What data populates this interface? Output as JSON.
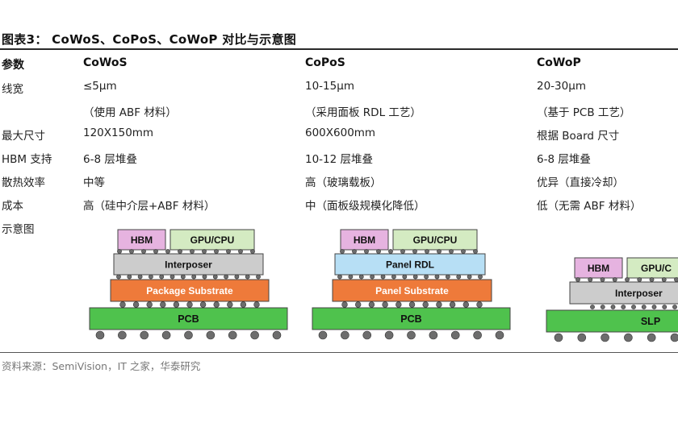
{
  "title": "图表3：  CoWoS、CoPoS、CoWoP 对比与示意图",
  "table": {
    "headers": [
      "参数",
      "CoWoS",
      "CoPoS",
      "CoWoP"
    ],
    "rows": [
      {
        "param": "线宽",
        "cowos": "≤5μm",
        "copos": "10-15μm",
        "cowop": "20-30μm"
      },
      {
        "param": "",
        "cowos": "（使用 ABF 材料）",
        "copos": "（采用面板 RDL 工艺）",
        "cowop": "（基于 PCB 工艺）"
      },
      {
        "param": "最大尺寸",
        "cowos": "120X150mm",
        "copos": "600X600mm",
        "cowop": "根据 Board 尺寸"
      },
      {
        "param": "HBM 支持",
        "cowos": "6-8 层堆叠",
        "copos": "10-12 层堆叠",
        "cowop": "6-8 层堆叠"
      },
      {
        "param": "散热效率",
        "cowos": "中等",
        "copos": "高（玻璃载板）",
        "cowop": "优异（直接冷却）"
      },
      {
        "param": "成本",
        "cowos": "高（硅中介层+ABF 材料）",
        "copos": "中（面板级规模化降低）",
        "cowop": "低（无需 ABF 材料）"
      },
      {
        "param": "示意图",
        "cowos": "",
        "copos": "",
        "cowop": ""
      }
    ]
  },
  "diagrams": {
    "cowos": {
      "chip1": "HBM",
      "chip2": "GPU/CPU",
      "layer1": "Interposer",
      "layer2": "Package Substrate",
      "board": "PCB"
    },
    "copos": {
      "chip1": "HBM",
      "chip2": "GPU/CPU",
      "layer1": "Panel RDL",
      "layer2": "Panel Substrate",
      "board": "PCB"
    },
    "cowop": {
      "chip1": "HBM",
      "chip2": "GPU/C",
      "layer1": "Interposer",
      "board": "SLP"
    }
  },
  "colors": {
    "hbm": "#e6b3e0",
    "gpu": "#d4ebc2",
    "interposer": "#cccccc",
    "panel_rdl": "#b7dff5",
    "substrate": "#ee7a3a",
    "board": "#4fc24d",
    "bump": "#6d6d6d"
  },
  "source": "资料来源：SemiVision，IT 之家，华泰研究"
}
